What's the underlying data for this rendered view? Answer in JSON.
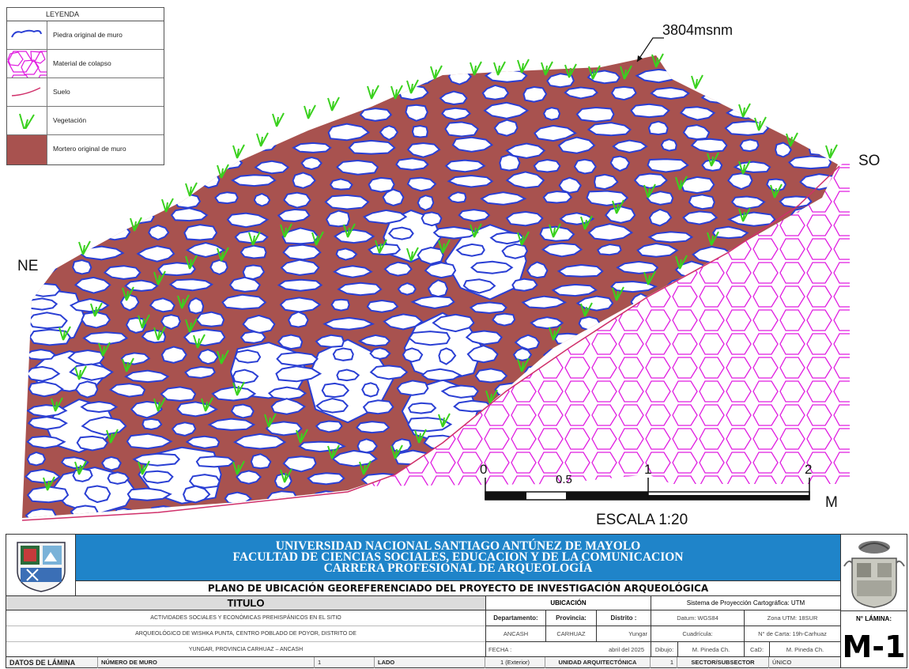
{
  "legend": {
    "title": "LEYENDA",
    "items": [
      {
        "label": "Piedra original de muro",
        "icon": "stone-outline-icon",
        "color": "#2a3fd4"
      },
      {
        "label": "Material de colapso",
        "icon": "collapse-pattern-icon",
        "color": "#e01ce0"
      },
      {
        "label": "Suelo",
        "icon": "soil-line-icon",
        "color": "#d0306a"
      },
      {
        "label": "Vegetación",
        "icon": "vegetation-icon",
        "color": "#3ad11e"
      },
      {
        "label": "Mortero original de muro",
        "icon": "mortar-fill-icon",
        "color": "#a8524f"
      }
    ]
  },
  "orientation": {
    "left": "NE",
    "right": "SO"
  },
  "elevation": "3804msnm",
  "scale": {
    "ticks": [
      "0",
      "0.5",
      "1",
      "2"
    ],
    "unit": "M",
    "title": "ESCALA 1:20"
  },
  "title_block": {
    "university": "UNIVERSIDAD NACIONAL SANTIAGO ANTÚNEZ DE MAYOLO",
    "faculty": "FACULTAD DE CIENCIAS SOCIALES, EDUCACION Y DE LA COMUNICACION",
    "career": "CARRERA PROFESIONAL DE ARQUEOLOGÍA",
    "plan": "PLANO DE UBICACIÓN GEOREFERENCIADO DEL PROYECTO DE INVESTIGACIÓN ARQUEOLÓGICA",
    "titulo_label": "TITULO",
    "description_lines": [
      "ACTIVIDADES SOCIALES Y ECONÓMICAS PREHISPÁNICOS EN EL SITIO",
      "ARQUEOLÓGICO DE WISHKA PUNTA, CENTRO POBLADO DE POYOR, DISTRITO DE",
      "YUNGAR, PROVINCIA CARHUAZ – ANCASH"
    ],
    "ubicacion": {
      "header": "UBICACIÓN",
      "departamento_label": "Departamento:",
      "departamento": "ANCASH",
      "provincia_label": "Provincia:",
      "provincia": "CARHUAZ",
      "distrito_label": "Distrito :",
      "distrito": "Yungar",
      "fecha_label": "FECHA :",
      "fecha": "abril del 2025"
    },
    "sistema": {
      "header": "Sistema de Proyección Cartográfica: UTM",
      "datum": "Datum: WGS84",
      "zona": "Zona UTM: 18SUR",
      "cuadricula": "Cuadrícula:",
      "carta": "N° de Carta: 19h-Carhuaz",
      "dibujo_label": "Dibujo:",
      "dibujo": "M. Pineda Ch.",
      "cad_label": "CaD:",
      "cad": "M. Pineda Ch."
    },
    "lamina_label": "N° LÁMINA:",
    "lamina": "M-1",
    "bottom": {
      "datos": "DATOS DE LÁMINA",
      "numero_muro_label": "NÚMERO DE MURO",
      "numero_muro": "1",
      "lado_label": "LADO",
      "lado": "1 (Exterior)",
      "unidad_label": "UNIDAD ARQUITECTÓNICA",
      "unidad": "1",
      "sector_label": "SECTOR/SUBSECTOR",
      "sector": "ÚNICO"
    }
  }
}
